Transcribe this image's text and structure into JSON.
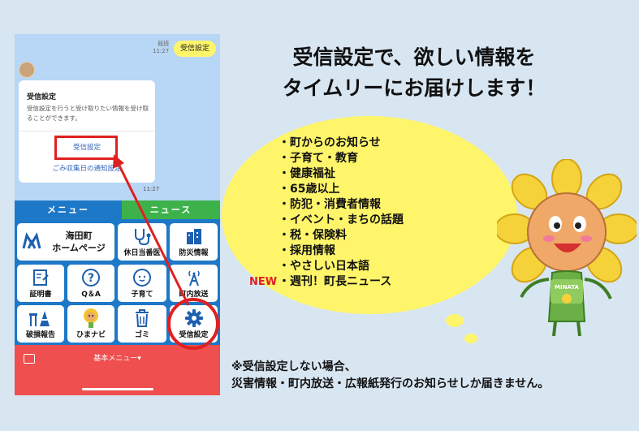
{
  "headline": {
    "line1": "受信設定で、欲しい情報を",
    "line2": "タイムリーにお届けします！"
  },
  "phone": {
    "chat": {
      "sent_meta_read": "既読",
      "sent_meta_time": "11:27",
      "sent_message": "受信設定",
      "card": {
        "title": "受信設定",
        "body": "受信設定を行うと受け取りたい情報を受け取ることができます。",
        "button1": "受信設定",
        "button2": "ごみ収集日の通知設定"
      },
      "received_time": "11:27"
    },
    "tabs": [
      {
        "label": "メニュー"
      },
      {
        "label": "ニュース"
      }
    ],
    "tiles": [
      {
        "label1": "海田町",
        "label2": "ホームページ",
        "icon": "town-logo-icon"
      },
      {
        "label": "休日当番医",
        "icon": "stethoscope-icon"
      },
      {
        "label": "防災情報",
        "icon": "disaster-building-icon"
      },
      {
        "label": "証明書",
        "icon": "certificate-icon"
      },
      {
        "label": "Q＆A",
        "icon": "question-icon"
      },
      {
        "label": "子育て",
        "icon": "baby-icon"
      },
      {
        "label": "町内放送",
        "icon": "antenna-icon"
      },
      {
        "label": "破損報告",
        "icon": "cone-icon"
      },
      {
        "label": "ひまナビ",
        "icon": "mascot-icon"
      },
      {
        "label": "ゴミ",
        "icon": "trash-icon"
      },
      {
        "label": "受信設定",
        "icon": "gear-icon"
      }
    ],
    "bottom_menu_label": "基本メニュー▾",
    "accent_blue": "#1e78c8",
    "accent_green": "#3db24a",
    "accent_red": "#ef4f4f"
  },
  "topics": {
    "items": [
      "・町からのお知らせ",
      "・子育て・教育",
      "・健康福祉",
      "・65歳以上",
      "・防犯・消費者情報",
      "・イベント・まちの話題",
      "・税・保険料",
      "・採用情報",
      "・やさしい日本語",
      "・週刊！町長ニュース"
    ],
    "new_badge": "NEW",
    "cloud_color": "#fff56a"
  },
  "mascot_badge": "MINATA",
  "note": {
    "line1": "※受信設定しない場合、",
    "line2": "災害情報・町内放送・広報紙発行のお知らせしか届きません。"
  }
}
